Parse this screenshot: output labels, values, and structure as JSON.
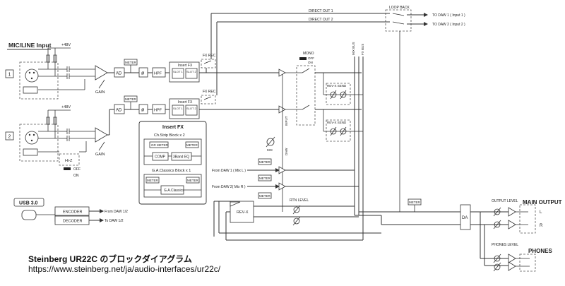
{
  "labels": {
    "mic_line_input": "MIC/LINE Input",
    "ch1": "1",
    "ch2": "2",
    "phantom": "+48V",
    "gain": "GAIN",
    "ad": "AD",
    "phase": "ø",
    "hpf": "HPF",
    "meter": "METER",
    "insert_fx": "Insert FX",
    "slot1": "SLOT 1",
    "slot2": "SLOT 2",
    "fx_rec": "FX REC",
    "hiz": "Hi-Z",
    "off": "OFF",
    "on": "ON",
    "mono": "MONO",
    "rev_x_send": "REV-X SEND",
    "mix_bus": "MIX BUS",
    "fx_bus": "FX BUS",
    "input": "INPUT",
    "daw": "DAW",
    "mix": "MIX",
    "from_daw_1": "From DAW 1 ( Mix L )",
    "from_daw_2": "From DAW 2( Mix R )",
    "rev_x": "REV-X",
    "rtn_level": "RTN LEVEL",
    "direct_out_1": "DIRECT OUT 1",
    "direct_out_2": "DIRECT OUT 2",
    "loop_back": "LOOP BACK",
    "to_daw_1": "TO DAW 1 ( Input 1 )",
    "to_daw_2": "TO DAW 2 ( Input 2 )",
    "da": "DA",
    "output_level": "OUTPUT LEVEL",
    "main_output": "MAIN OUTPUT",
    "l": "L",
    "r": "R",
    "phones_level": "PHONES LEVEL",
    "phones": "PHONES",
    "usb": "USB 3.0",
    "encoder": "ENCODER",
    "decoder": "DECODER",
    "from_daw_12": "From DAW 1/2",
    "to_daw_12": "To DAW 1/2"
  },
  "insert_fx_panel": {
    "title": "Insert FX",
    "chstrip": "Ch.Strip Block x 2",
    "gr_meter": "GR METER",
    "meter": "METER",
    "comp": "COMP",
    "eq": "3Band EQ",
    "ga": "G.A.Classics Block x 1",
    "ga_box": "G.A.Classics"
  },
  "caption": {
    "title": "Steinberg UR22C のブロックダイアグラム",
    "url": "https://www.steinberg.net/ja/audio-interfaces/ur22c/"
  }
}
